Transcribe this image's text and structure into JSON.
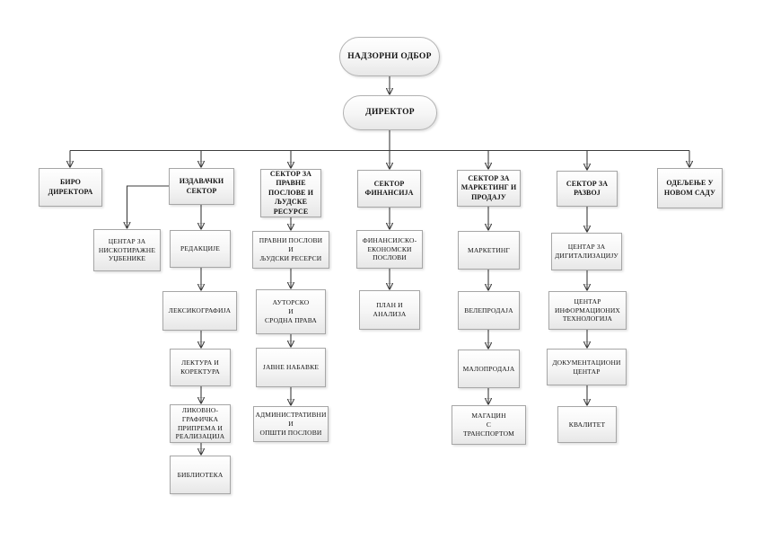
{
  "diagram": {
    "type": "org-chart",
    "language": "serbian-cyrillic",
    "colors": {
      "background": "#ffffff",
      "box_border": "#a6a6a6",
      "box_fill_top": "#ffffff",
      "box_fill_bottom": "#e7e7e7",
      "connector_line": "#3d3d3d",
      "arrowhead": "#2f2f2f",
      "text": "#141414"
    },
    "nodes": {
      "nadzorni_odbor": {
        "label": "НАДЗОРНИ ОДБОР",
        "shape": "oval",
        "level": 0
      },
      "direktor": {
        "label": "ДИРЕКТОР",
        "shape": "oval",
        "level": 1
      },
      "biro_direktora": {
        "label": "БИРО\nДИРЕКТОРА",
        "shape": "box",
        "level": 2
      },
      "izdavacki_sektor": {
        "label": "ИЗДАВАЧКИ\nСЕКТОР",
        "shape": "box",
        "level": 2
      },
      "pravni_sektor": {
        "label": "СЕКТОР ЗА\nПРАВНЕ\nПОСЛОВЕ И\nЉУДСКЕ\nРЕСУРСЕ",
        "shape": "box",
        "level": 2
      },
      "sektor_finansija": {
        "label": "СЕКТОР\nФИНАНСИЈА",
        "shape": "box",
        "level": 2
      },
      "sektor_marketing": {
        "label": "СЕКТОР ЗА\nМАРКЕТИНГ И\nПРОДАЈУ",
        "shape": "box",
        "level": 2
      },
      "sektor_razvoj": {
        "label": "СЕКТОР ЗА\nРАЗВОЈ",
        "shape": "box",
        "level": 2
      },
      "odeljenje_novi_sad": {
        "label": "ОДЕЉЕЊЕ У\nНОВОМ САДУ",
        "shape": "box",
        "level": 2
      },
      "centar_niskotirazni": {
        "label": "ЦЕНТАР ЗА\nНИСКОТИРАЖНЕ\nУЏБЕНИКЕ",
        "shape": "box",
        "level": 3
      },
      "redakcije": {
        "label": "РЕДАКЦИЈЕ",
        "shape": "box",
        "level": 3
      },
      "leksikografija": {
        "label": "ЛЕКСИКОГРАФИЈА",
        "shape": "box",
        "level": 4
      },
      "lektura": {
        "label": "ЛЕКТУРА И\nКОРЕКТУРА",
        "shape": "box",
        "level": 5
      },
      "likovno": {
        "label": "ЛИКОВНО-\nГРАФИЧКА\nПРИПРЕМА И\nРЕАЛИЗАЦИЈА",
        "shape": "box",
        "level": 6
      },
      "biblioteka": {
        "label": "БИБЛИОТЕКА",
        "shape": "box",
        "level": 7
      },
      "pravni_poslovi": {
        "label": "ПРАВНИ ПОСЛОВИ\nИ\nЉУДСКИ РЕСЕРСИ",
        "shape": "box",
        "level": 3
      },
      "autorsko": {
        "label": "АУТОРСКО\nИ\nСРОДНА ПРАВА",
        "shape": "box",
        "level": 4
      },
      "javne_nabavke": {
        "label": "ЈАВНЕ НАБАВКЕ",
        "shape": "box",
        "level": 5
      },
      "administrativni": {
        "label": "АДМИНИСТРАТИВНИ\nИ\nОПШТИ ПОСЛОВИ",
        "shape": "box",
        "level": 6
      },
      "fin_ekonomski": {
        "label": "ФИНАНСИЈСКО-\nЕКОНОМСКИ\nПОСЛОВИ",
        "shape": "box",
        "level": 3
      },
      "plan_analiza": {
        "label": "ПЛАН И\nАНАЛИЗА",
        "shape": "box",
        "level": 4
      },
      "marketing": {
        "label": "МАРКЕТИНГ",
        "shape": "box",
        "level": 3
      },
      "veleprodaja": {
        "label": "ВЕЛЕПРОДАЈА",
        "shape": "box",
        "level": 4
      },
      "maloprodaja": {
        "label": "МАЛОПРОДАЈА",
        "shape": "box",
        "level": 5
      },
      "magacin": {
        "label": "МАГАЦИН\nС\nТРАНСПОРТОМ",
        "shape": "box",
        "level": 6
      },
      "digitalizacija": {
        "label": "ЦЕНТАР ЗА\nДИГИТАЛИЗАЦИЈУ",
        "shape": "box",
        "level": 3
      },
      "cit": {
        "label": "ЦЕНТАР\nИНФОРМАЦИОНИХ\nТЕХНОЛОГИЈА",
        "shape": "box",
        "level": 4
      },
      "dokumentacioni": {
        "label": "ДОКУМЕНТАЦИОНИ\nЦЕНТАР",
        "shape": "box",
        "level": 5
      },
      "kvalitet": {
        "label": "КВАЛИТЕТ",
        "shape": "box",
        "level": 6
      }
    },
    "edges": [
      {
        "from": "nadzorni_odbor",
        "to": "direktor"
      },
      {
        "from": "direktor",
        "to": "biro_direktora"
      },
      {
        "from": "direktor",
        "to": "izdavacki_sektor"
      },
      {
        "from": "direktor",
        "to": "pravni_sektor"
      },
      {
        "from": "direktor",
        "to": "sektor_finansija"
      },
      {
        "from": "direktor",
        "to": "sektor_marketing"
      },
      {
        "from": "direktor",
        "to": "sektor_razvoj"
      },
      {
        "from": "direktor",
        "to": "odeljenje_novi_sad"
      },
      {
        "from": "izdavacki_sektor",
        "to": "centar_niskotirazni"
      },
      {
        "from": "izdavacki_sektor",
        "to": "redakcije"
      },
      {
        "from": "redakcije",
        "to": "leksikografija"
      },
      {
        "from": "leksikografija",
        "to": "lektura"
      },
      {
        "from": "lektura",
        "to": "likovno"
      },
      {
        "from": "likovno",
        "to": "biblioteka"
      },
      {
        "from": "pravni_sektor",
        "to": "pravni_poslovi"
      },
      {
        "from": "pravni_poslovi",
        "to": "autorsko"
      },
      {
        "from": "autorsko",
        "to": "javne_nabavke"
      },
      {
        "from": "javne_nabavke",
        "to": "administrativni"
      },
      {
        "from": "sektor_finansija",
        "to": "fin_ekonomski"
      },
      {
        "from": "fin_ekonomski",
        "to": "plan_analiza"
      },
      {
        "from": "sektor_marketing",
        "to": "marketing"
      },
      {
        "from": "marketing",
        "to": "veleprodaja"
      },
      {
        "from": "veleprodaja",
        "to": "maloprodaja"
      },
      {
        "from": "maloprodaja",
        "to": "magacin"
      },
      {
        "from": "sektor_razvoj",
        "to": "digitalizacija"
      },
      {
        "from": "digitalizacija",
        "to": "cit"
      },
      {
        "from": "cit",
        "to": "dokumentacioni"
      },
      {
        "from": "dokumentacioni",
        "to": "kvalitet"
      }
    ]
  }
}
